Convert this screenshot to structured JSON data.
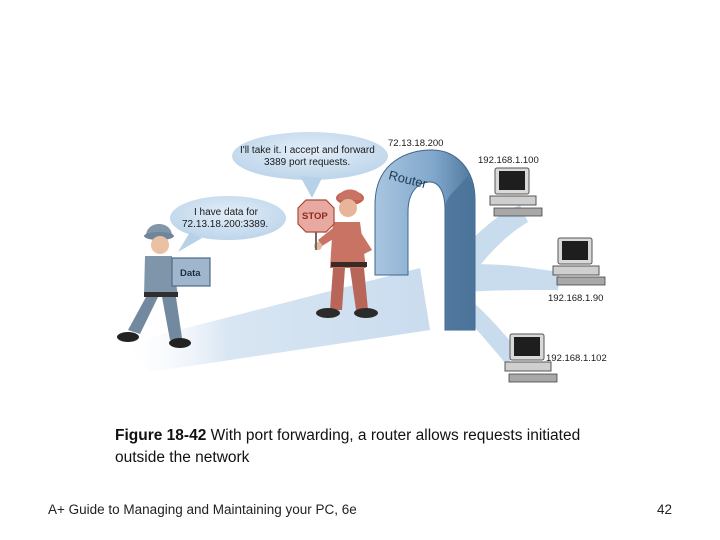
{
  "figure": {
    "bubble_router": {
      "line1": "I'll take it. I accept and forward",
      "line2": "3389 port requests."
    },
    "bubble_user": {
      "line1": "I have data for",
      "line2": "72.13.18.200:3389."
    },
    "router_public_ip": "72.13.18.200",
    "router_label": "Router",
    "stop_sign": "STOP",
    "data_box": "Data",
    "hosts": [
      {
        "ip": "192.168.1.100"
      },
      {
        "ip": "192.168.1.90"
      },
      {
        "ip": "192.168.1.102"
      }
    ],
    "colors": {
      "router_arch": "#8fb3d3",
      "router_arch_dark": "#4b7399",
      "beam": "#cfdff0",
      "bubble": "#c6dcee",
      "guard_uniform": "#c97364",
      "user_uniform": "#7f96aa"
    }
  },
  "caption": {
    "label": "Figure 18-42",
    "text": " With port forwarding, a router allows requests initiated outside the network"
  },
  "footer": {
    "title": "A+ Guide to Managing and Maintaining your PC, 6e",
    "page_number": "42"
  }
}
